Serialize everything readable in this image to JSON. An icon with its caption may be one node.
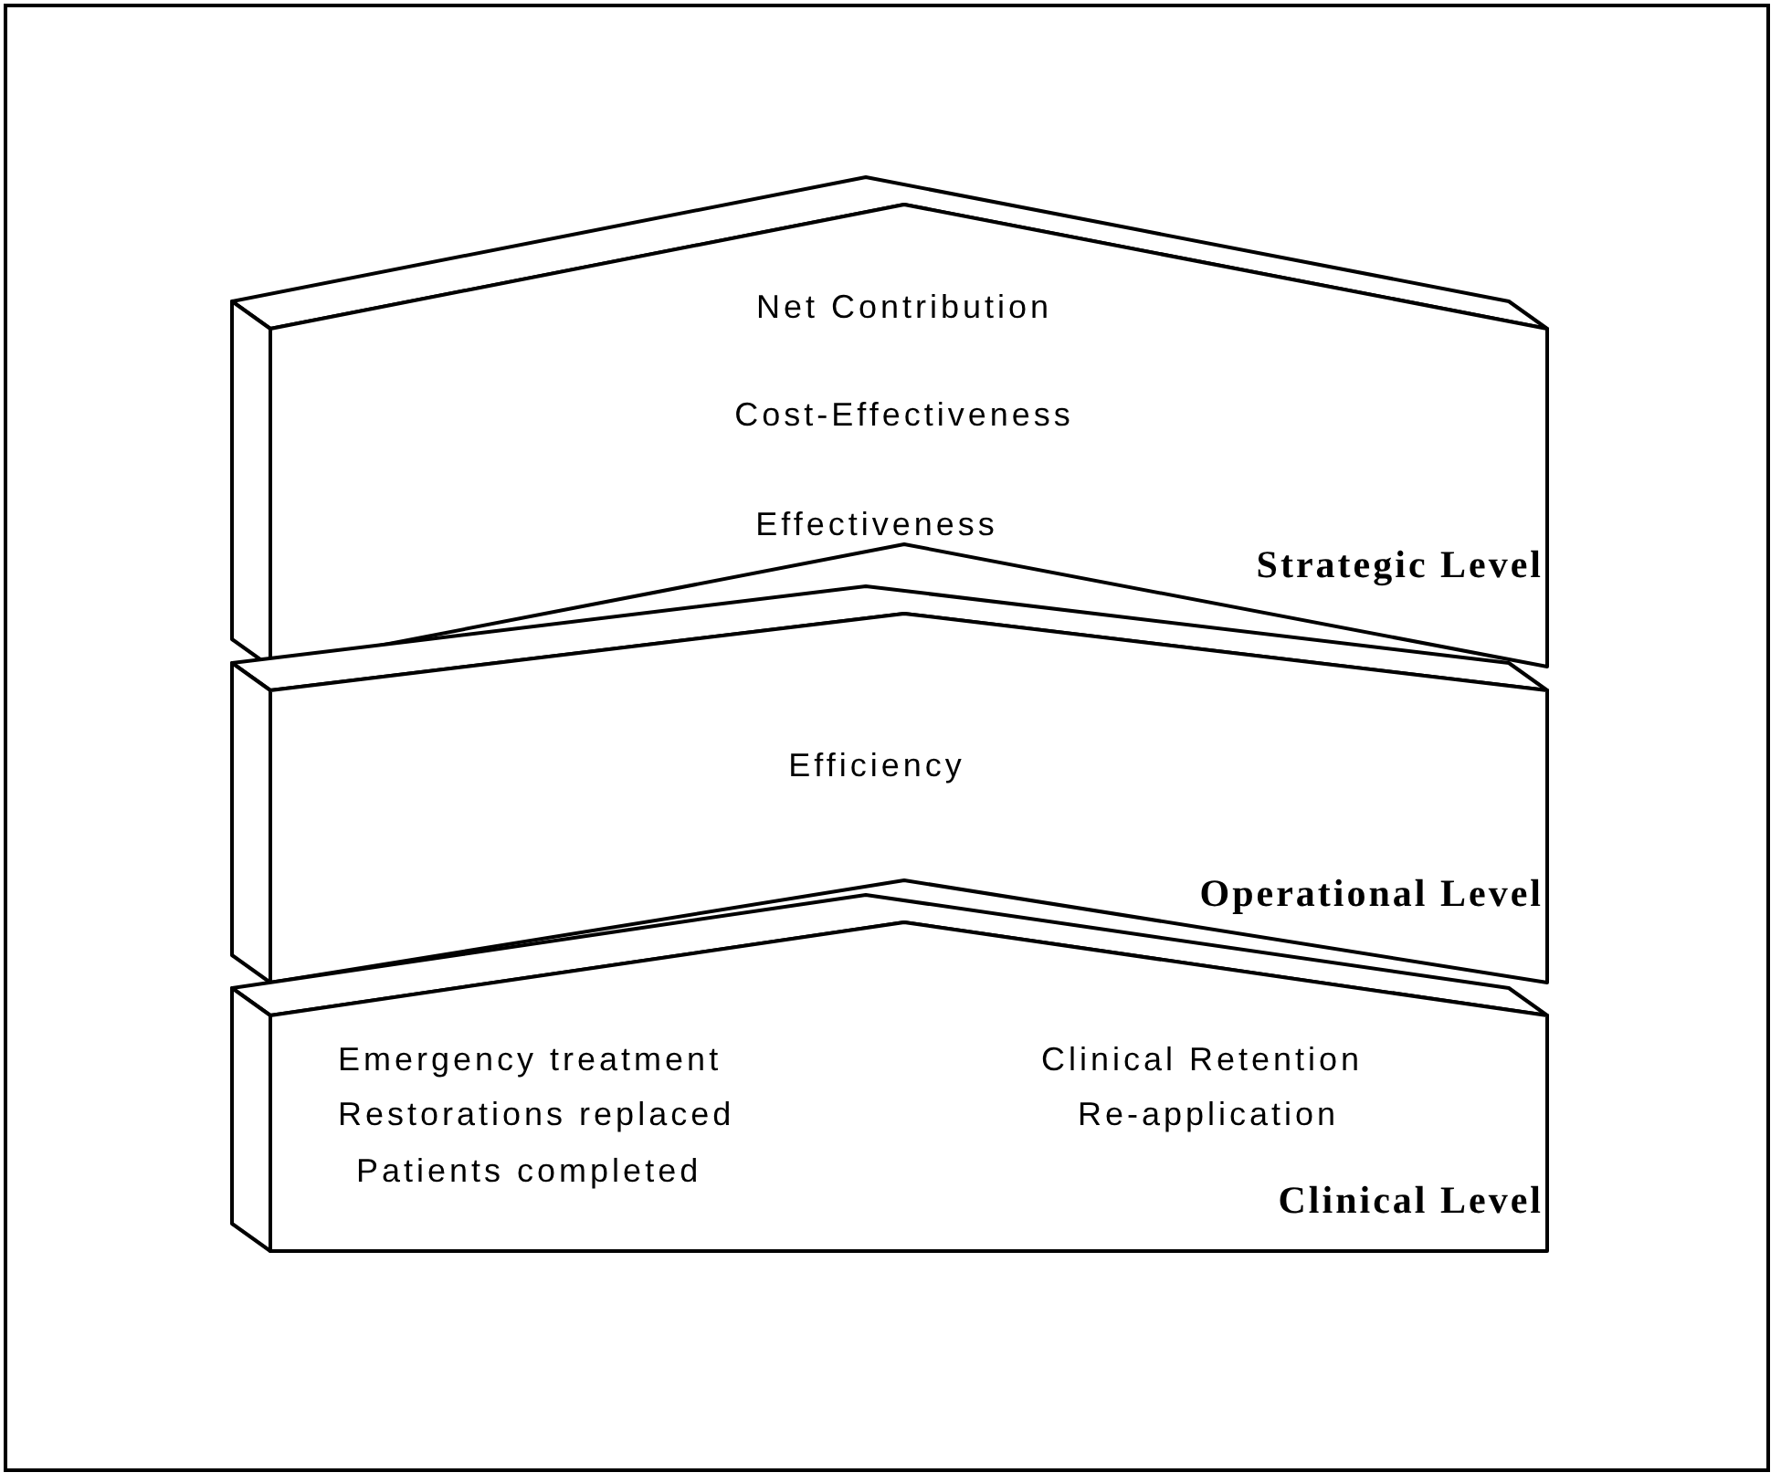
{
  "diagram": {
    "nodes": [
      {
        "text": [
          "Net Contribution",
          "Cost-Effectiveness",
          "Effectiveness",
          "Strategic Level"
        ]
      },
      {
        "text": [
          "Efficiency",
          "Operational Level"
        ]
      },
      {
        "text": [
          "Emergency treatment",
          "Restorations replaced",
          "Patients completed",
          "Clinical Retention",
          "Re-application",
          "Clinical Level"
        ]
      }
    ]
  }
}
